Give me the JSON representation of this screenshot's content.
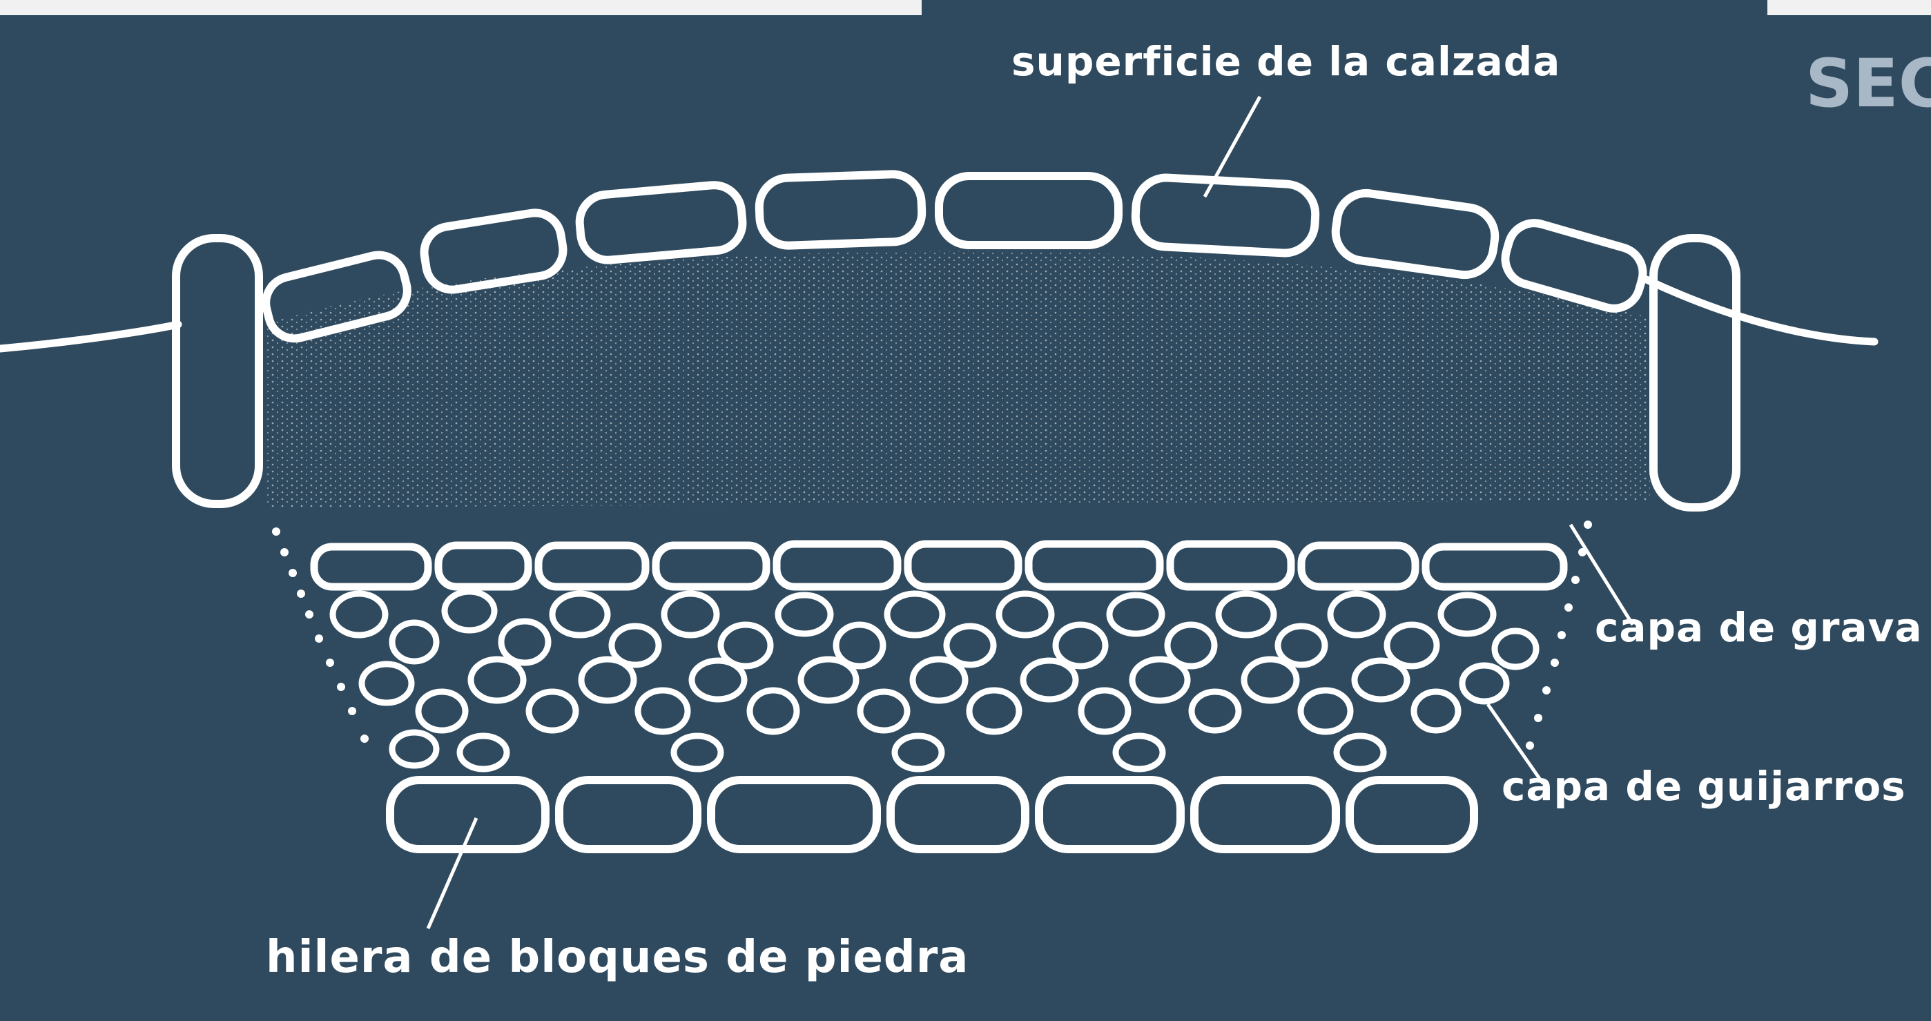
{
  "diagram": {
    "labels": {
      "surface": "superficie de la calzada",
      "gravel": "capa de grava",
      "pebbles": "capa de guijarros",
      "blocks": "hilera de bloques de piedra"
    },
    "heading_fragment": "SEC",
    "colors": {
      "background": "#2f4a5e",
      "stroke": "#ffffff",
      "heading": "#a9b8c6"
    }
  }
}
